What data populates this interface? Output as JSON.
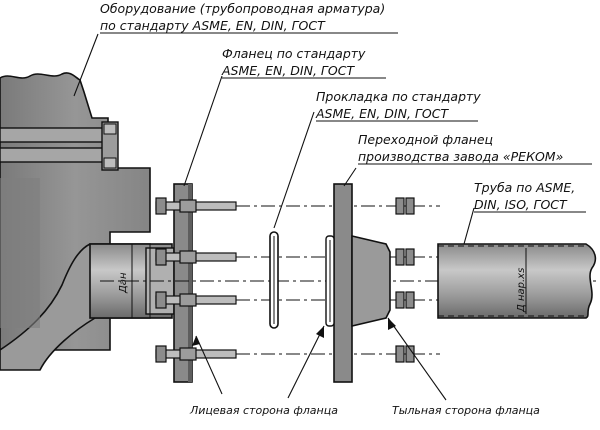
{
  "labels": {
    "equipment_line1": "Оборудование (трубопроводная арматура)",
    "equipment_line2": "по стандарту ASME, EN, DIN, ГОСТ",
    "flange_line1": "Фланец по стандарту",
    "flange_line2": "ASME, EN, DIN, ГОСТ",
    "gasket_line1": "Прокладка по стандарту",
    "gasket_line2": "ASME, EN, DIN, ГОСТ",
    "adapter_line1": "Переходной фланец",
    "adapter_line2": "производства завода «РЕКОМ»",
    "pipe_line1": "Труба по ASME,",
    "pipe_line2": "DIN, ISO, ГОСТ",
    "face_side": "Лицевая сторона фланца",
    "back_side": "Тыльная сторона фланца",
    "dim_dn": "Дан",
    "dim_pipe": "Д нар.хs"
  },
  "colors": {
    "metal": "#8c8c8c",
    "metal_dark": "#6e6e6e",
    "metal_light": "#b4b4b4",
    "line": "#111111"
  }
}
